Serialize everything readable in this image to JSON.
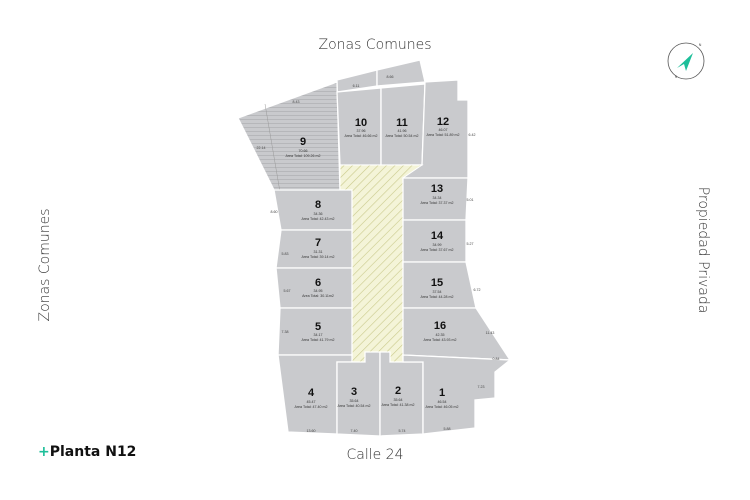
{
  "labels": {
    "top": "Zonas Comunes",
    "bottom": "Calle 24",
    "left": "Zonas Comunes",
    "right": "Propiedad Privada"
  },
  "brand": {
    "plus": "+",
    "name": "Planta N12"
  },
  "colors": {
    "accent": "#1dbf9a",
    "lot": "#c9cacd",
    "common": "#f4f4d8"
  },
  "compass": {
    "n": "N",
    "s": "S"
  },
  "lots": {
    "l9": {
      "num": "9",
      "depth": "70.66",
      "area": "Area Total: 109.26 m2"
    },
    "l10": {
      "num": "10",
      "depth": "37.96",
      "area": "Area Total: 46.66 m2"
    },
    "l11": {
      "num": "11",
      "depth": "41.96",
      "area": "Area Total: 50.54 m2"
    },
    "l12": {
      "num": "12",
      "depth": "46.07",
      "area": "Area Total: 51.89 m2"
    },
    "l13": {
      "num": "13",
      "depth": "34.34",
      "area": "Area Total: 37.37 m2"
    },
    "l14": {
      "num": "14",
      "depth": "34.99",
      "area": "Area Total: 37.67 m2"
    },
    "l15": {
      "num": "15",
      "depth": "37.54",
      "area": "Area Total: 44.28 m2"
    },
    "l16": {
      "num": "16",
      "depth": "42.35",
      "area": "Area Total: 43.93 m2"
    },
    "l8": {
      "num": "8",
      "depth": "34.36",
      "area": "Area Total: 42.43 m2"
    },
    "l7": {
      "num": "7",
      "depth": "31.31",
      "area": "Area Total: 39.14 m2"
    },
    "l6": {
      "num": "6",
      "depth": "34.95",
      "area": "Area Total: 30.11m2"
    },
    "l5": {
      "num": "5",
      "depth": "34.17",
      "area": "Area Total: 41.79 m2"
    },
    "l4": {
      "num": "4",
      "depth": "45.47",
      "area": "Area Total: 47.40 m2"
    },
    "l3": {
      "num": "3",
      "depth": "35.64",
      "area": "Area Total: 40.54 m2"
    },
    "l2": {
      "num": "2",
      "depth": "35.64",
      "area": "Area Total: 41.38 m2"
    },
    "l1": {
      "num": "1",
      "depth": "46.54",
      "area": "Area Total: 46.05 m2"
    }
  },
  "edges": {
    "e1": "6.11",
    "e2": "8.66",
    "e3": "8.43",
    "e4": "22.14",
    "e5": "6.42",
    "e6": "5.01",
    "e7": "5.27",
    "e8": "6.72",
    "e9": "11.43",
    "e10": "0.84",
    "e11": "7.23",
    "e12": "8.60",
    "e13": "5.83",
    "e14": "5.67",
    "e15": "7.38",
    "e16": "13.60",
    "e17": "7.40",
    "e18": "5.74",
    "e19": "5.88"
  }
}
